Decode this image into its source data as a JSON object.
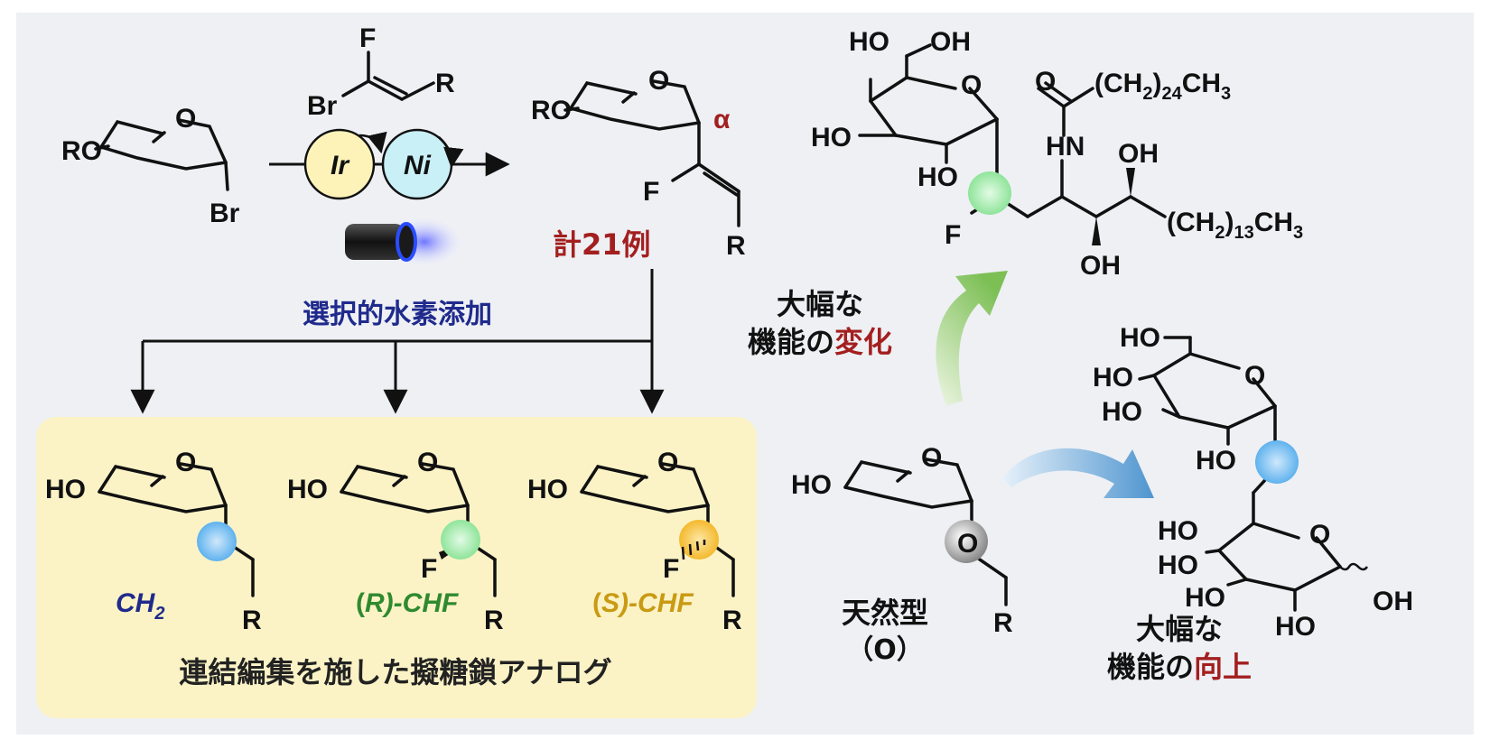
{
  "colors": {
    "background_panel": "#eef0f4",
    "analog_box": "#fbf3c6",
    "dark_red": "#a31f1f",
    "navy": "#1f2a8c",
    "green_label": "#2f8a2f",
    "gold_label": "#c99a12",
    "ir_circle": "#fdf3b9",
    "ni_circle": "#c9f0f6",
    "blue_marker": "#5fb2ee",
    "green_marker": "#8fe49a",
    "gold_marker": "#f4b92d",
    "gray_marker": "#9a9a9a",
    "green_arrow": "#8dc36a",
    "blue_arrow": "#5a9ed4"
  },
  "icons": [
    "led-light-icon",
    "photocatalyst-cycle-icon"
  ],
  "reaction": {
    "substituent_ro": "RO",
    "leaving_group": "Br",
    "ring_oxygen": "O",
    "reagent_f": "F",
    "reagent_br": "Br",
    "reagent_r": "R",
    "catalyst_ir": "Ir",
    "catalyst_ni": "Ni",
    "product_ro": "RO",
    "product_alpha": "α",
    "product_f": "F",
    "product_r": "R",
    "example_count": "計21例"
  },
  "hydrogenation_label": "選択的水素添加",
  "analogs": [
    {
      "ho": "HO",
      "o": "O",
      "label": "CH",
      "label_sub": "2",
      "label_text": "CH2",
      "r": "R"
    },
    {
      "ho": "HO",
      "o": "O",
      "f": "F",
      "label_open": "(",
      "label_config": "R",
      "label_close": ")-CHF",
      "r": "R"
    },
    {
      "ho": "HO",
      "o": "O",
      "f": "F",
      "label_open": "(",
      "label_config": "S",
      "label_close": ")-CHF",
      "r": "R"
    }
  ],
  "analog_caption": "連結編集を施した擬糖鎖アナログ",
  "natural": {
    "ho": "HO",
    "ring_o": "O",
    "link_o": "O",
    "r": "R",
    "label_line1": "天然型",
    "label_line2": "（O）"
  },
  "change_label": {
    "line1": "大幅な",
    "line2_prefix": "機能の",
    "line2_emphasis": "変化"
  },
  "improve_label": {
    "line1": "大幅な",
    "line2_prefix": "機能の",
    "line2_emphasis": "向上"
  },
  "glycolipid": {
    "ho1": "HO",
    "oh1": "OH",
    "ho2": "HO",
    "ho3": "HO",
    "ring_o": "O",
    "f": "F",
    "carbonyl_o": "O",
    "acyl_prefix": "(CH",
    "acyl_sub1": "2",
    "acyl_mid": ")",
    "acyl_sub2": "24",
    "acyl_suffix": "CH",
    "acyl_sub3": "3",
    "hn": "HN",
    "oh2": "OH",
    "oh3": "OH",
    "alkyl_prefix": "(CH",
    "alkyl_sub1": "2",
    "alkyl_mid": ")",
    "alkyl_sub2": "13",
    "alkyl_suffix": "CH",
    "alkyl_sub3": "3"
  },
  "disaccharide": {
    "ho1": "HO",
    "ho2": "HO",
    "ho3": "HO",
    "ho4": "HO",
    "ring_o1": "O",
    "ho5": "HO",
    "ho6": "HO",
    "ho7": "HO",
    "ring_o2": "O",
    "ho8": "HO",
    "oh": "OH"
  }
}
